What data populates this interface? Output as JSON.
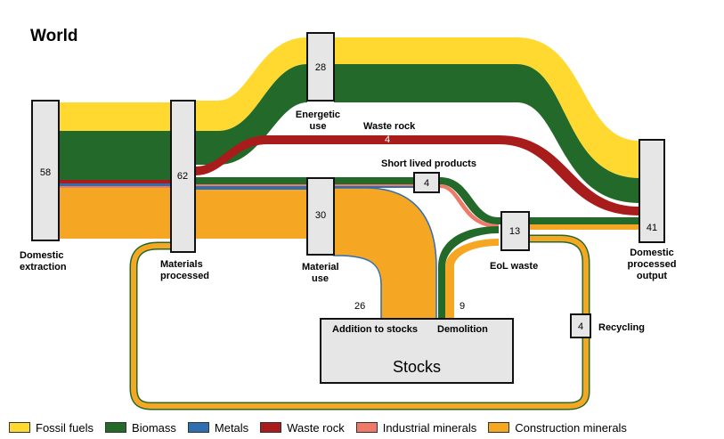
{
  "title": "World",
  "colors": {
    "fossil_fuels": "#ffd92f",
    "biomass": "#22692a",
    "metals": "#2f6fb0",
    "waste_rock": "#a81c1c",
    "industrial_minerals": "#f07a6a",
    "construction_minerals": "#f5a623",
    "node_fill": "#e6e6e6",
    "node_border": "#111111"
  },
  "nodes": {
    "domestic_extraction": {
      "value": "58",
      "label_line1": "Domestic",
      "label_line2": "extraction"
    },
    "materials_processed": {
      "value": "62",
      "label_line1": "Materials",
      "label_line2": "processed"
    },
    "energetic_use": {
      "value": "28",
      "label_line1": "Energetic",
      "label_line2": "use"
    },
    "material_use": {
      "value": "30",
      "label_line1": "Material",
      "label_line2": "use"
    },
    "short_lived_products": {
      "value": "4",
      "label": "Short lived products"
    },
    "eol_waste": {
      "value": "13",
      "label": "EoL waste"
    },
    "domestic_processed_output": {
      "value": "41",
      "label_line1": "Domestic",
      "label_line2": "processed",
      "label_line3": "output"
    },
    "recycling": {
      "value": "4",
      "label": "Recycling"
    },
    "stocks": {
      "label": "Stocks"
    }
  },
  "flows": {
    "waste_rock": {
      "value": "4",
      "label": "Waste rock"
    },
    "addition_to_stocks": {
      "value": "26",
      "label": "Addition to stocks"
    },
    "demolition": {
      "value": "9",
      "label": "Demolition"
    }
  },
  "legend": [
    {
      "label": "Fossil fuels",
      "color": "#ffd92f"
    },
    {
      "label": "Biomass",
      "color": "#22692a"
    },
    {
      "label": "Metals",
      "color": "#2f6fb0"
    },
    {
      "label": "Waste rock",
      "color": "#a81c1c"
    },
    {
      "label": "Industrial minerals",
      "color": "#f07a6a"
    },
    {
      "label": "Construction minerals",
      "color": "#f5a623"
    }
  ]
}
